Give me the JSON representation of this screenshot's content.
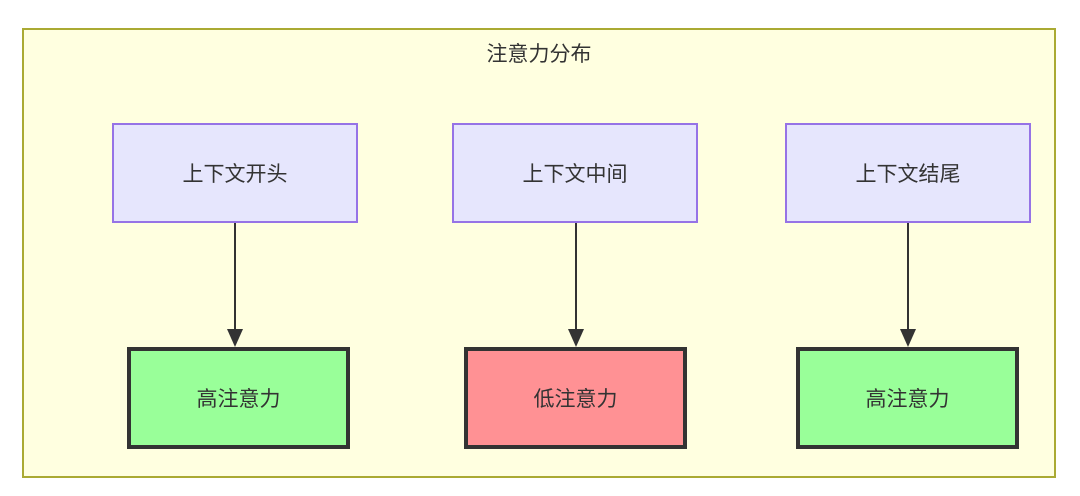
{
  "diagram": {
    "title": "注意力分布",
    "container": {
      "fill": "#ffffe0",
      "border": "#aaaa33"
    },
    "context_nodes": [
      {
        "id": "ctx-start",
        "label": "上下文开头",
        "fill": "#e6e6fd",
        "border": "#9673e6"
      },
      {
        "id": "ctx-middle",
        "label": "上下文中间",
        "fill": "#e6e6fd",
        "border": "#9673e6"
      },
      {
        "id": "ctx-end",
        "label": "上下文结尾",
        "fill": "#e6e6fd",
        "border": "#9673e6"
      }
    ],
    "attention_nodes": [
      {
        "id": "att-start",
        "label": "高注意力",
        "fill": "#99ff99",
        "border": "#333333",
        "level": "high"
      },
      {
        "id": "att-middle",
        "label": "低注意力",
        "fill": "#ff9194",
        "border": "#333333",
        "level": "low"
      },
      {
        "id": "att-end",
        "label": "高注意力",
        "fill": "#99ff99",
        "border": "#333333",
        "level": "high"
      }
    ],
    "edges": [
      {
        "from": "ctx-start",
        "to": "att-start",
        "label": ""
      },
      {
        "from": "ctx-middle",
        "to": "att-middle",
        "label": ""
      },
      {
        "from": "ctx-end",
        "to": "att-end",
        "label": ""
      }
    ]
  }
}
